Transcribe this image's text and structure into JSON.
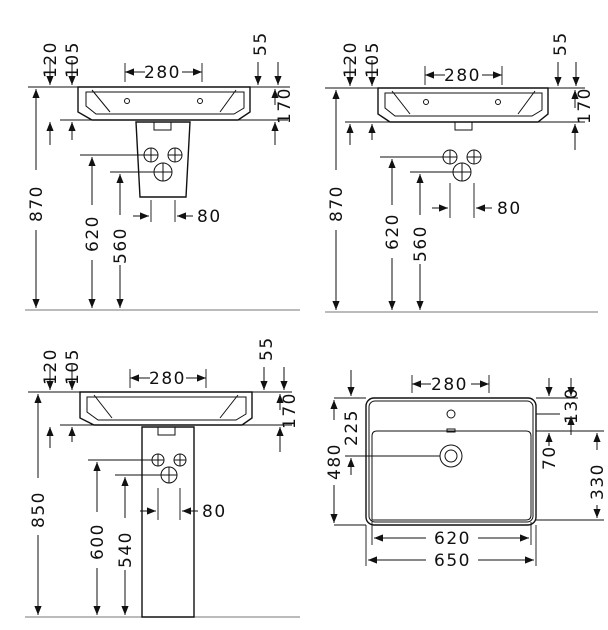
{
  "views": {
    "view1": {
      "d120": "120",
      "d105": "105",
      "d280": "280",
      "d55": "55",
      "d170": "170",
      "d870": "870",
      "d620": "620",
      "d560": "560",
      "d80": "80"
    },
    "view2": {
      "d120": "120",
      "d105": "105",
      "d280": "280",
      "d55": "55",
      "d170": "170",
      "d870": "870",
      "d620": "620",
      "d560": "560",
      "d80": "80"
    },
    "view3": {
      "d120": "120",
      "d105": "105",
      "d280": "280",
      "d55": "55",
      "d170": "170",
      "d850": "850",
      "d600": "600",
      "d540": "540",
      "d80": "80"
    },
    "view4": {
      "d280": "280",
      "d225": "225",
      "d480": "480",
      "d130": "130",
      "d70": "70",
      "d330": "330",
      "d620": "620",
      "d650": "650"
    }
  }
}
